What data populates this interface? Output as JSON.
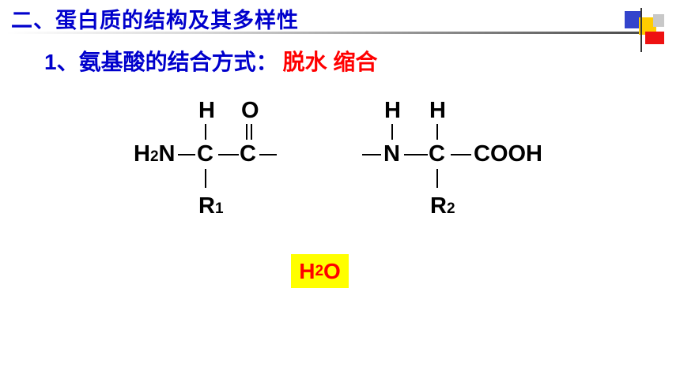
{
  "slide": {
    "heading": "二、蛋白质的结构及其多样性",
    "subheading_prefix": "1、氨基酸的结合方式：",
    "subheading_highlight": "脱水 缩合",
    "water_main": "H",
    "water_sub": "2",
    "water_end": "O"
  },
  "molecule_left": {
    "h_top": "H",
    "o_top": "O",
    "h2n_h": "H",
    "h2n_sub": "2",
    "h2n_n": "N",
    "alpha_c": "C",
    "carbonyl_c": "C",
    "r_main": "R",
    "r_sub": "1"
  },
  "molecule_right": {
    "h_top_n": "H",
    "h_top_c": "H",
    "n": "N",
    "alpha_c": "C",
    "cooh": "COOH",
    "r_main": "R",
    "r_sub": "2"
  },
  "colors": {
    "heading": "#0000cc",
    "highlight": "#ff0000",
    "water_bg": "#ffff00"
  }
}
